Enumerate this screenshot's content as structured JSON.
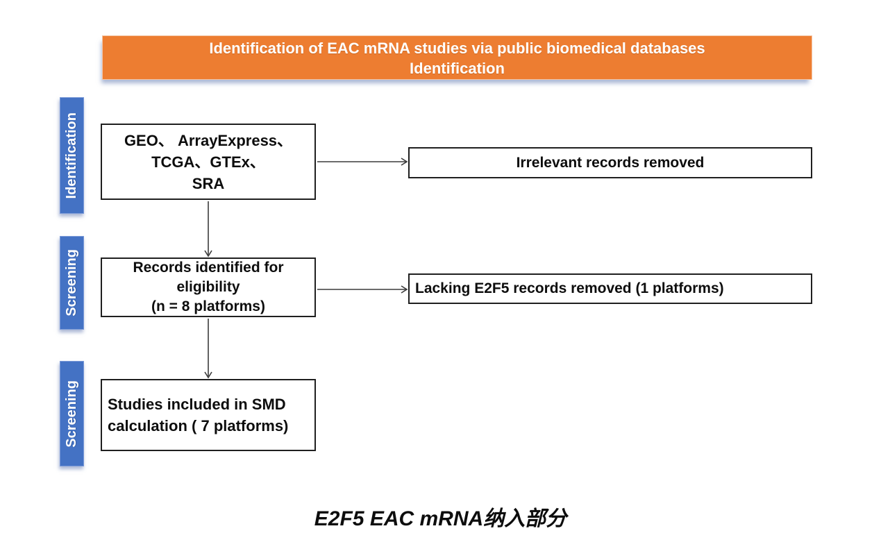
{
  "banner": {
    "line1": "Identification of EAC mRNA studies via public biomedical databases",
    "line2": "Identification"
  },
  "sidebar": {
    "labels": [
      {
        "label": "Identification"
      },
      {
        "label": "Screening"
      },
      {
        "label": "Screening"
      }
    ]
  },
  "flow": {
    "box1": {
      "lines": [
        "GEO、 ArrayExpress、",
        "TCGA、GTEx、",
        "SRA"
      ]
    },
    "box2": {
      "lines": [
        "Records identified for",
        "eligibility",
        "(n = 8 platforms)"
      ]
    },
    "box3": {
      "lines": [
        "Studies included in SMD",
        "calculation ( 7 platforms)"
      ]
    },
    "right1": {
      "label": "Irrelevant records removed"
    },
    "right2": {
      "label": "Lacking E2F5 records removed (1 platforms)"
    }
  },
  "caption": {
    "text": "E2F5 EAC mRNA纳入部分"
  },
  "colors": {
    "banner_bg": "#ED7D31",
    "banner_text": "#ffffff",
    "sidebar_bg": "#4472C4",
    "arrow": "#3a3a3a",
    "text": "#0d0d0d"
  }
}
